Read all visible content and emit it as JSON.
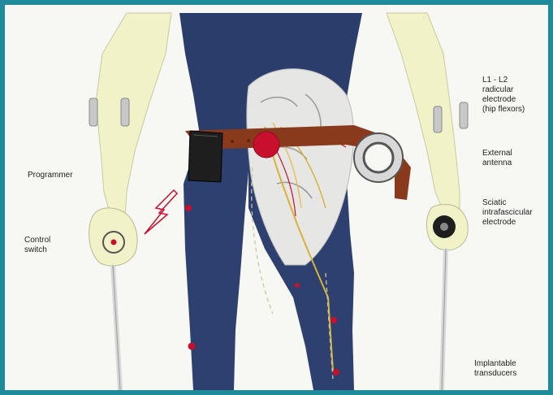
{
  "labels": {
    "programmer": "Programmer",
    "control_switch": "Control\nswitch",
    "l1_l2": "L1 - L2\nradicular\nelectrode\n(hip flexors)",
    "external_antenna": "External\nantenna",
    "sciatic": "Sciatic\nintrafascicular\nelectrode",
    "implantable_transducers": "Implantable\ntransducers"
  },
  "colors": {
    "border": "#1f8a9a",
    "suit": "#2b3d6b",
    "skin": "#f2f2c6",
    "belt": "#8a3a1c",
    "device": "#1e1e1e",
    "electrode": "#c8102e",
    "nerve_yellow": "#d9b23a",
    "nerve_red": "#c8102e"
  },
  "icons": {
    "signal": "lightning-bolt-icon"
  }
}
